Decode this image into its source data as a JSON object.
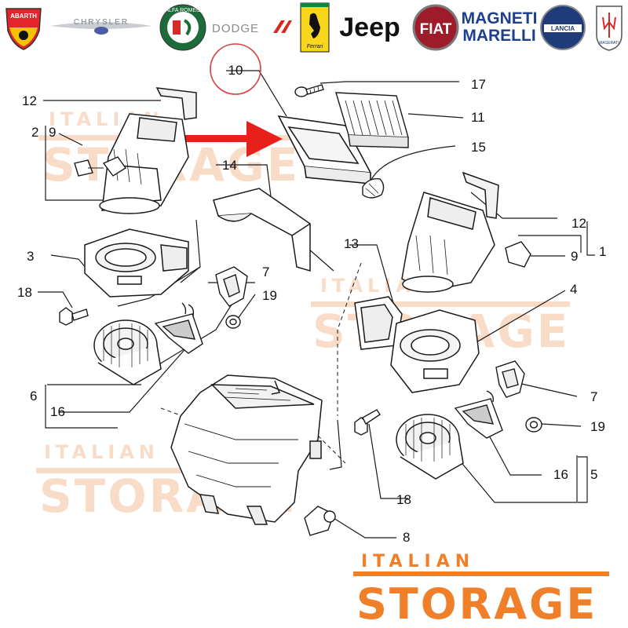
{
  "brands": [
    "ABARTH",
    "CHRYSLER",
    "ALFA ROMEO",
    "DODGE",
    "Ferrari",
    "Jeep",
    "FIAT",
    "MAGNETI",
    "MARELLI",
    "LANCIA",
    "MASERATI"
  ],
  "callouts": {
    "c10": "10",
    "c17": "17",
    "c11": "11",
    "c15": "15",
    "c12a": "12",
    "c2": "2",
    "c9a": "9",
    "c14": "14",
    "c3": "3",
    "c18a": "18",
    "c7a": "7",
    "c19a": "19",
    "c6": "6",
    "c16a": "16",
    "c13": "13",
    "c4": "4",
    "c12b": "12",
    "c9b": "9",
    "c1": "1",
    "c7b": "7",
    "c19b": "19",
    "c16b": "16",
    "c5": "5",
    "c18b": "18",
    "c8": "8"
  },
  "watermark": {
    "top": "ITALIAN",
    "bottom": "STORAGE"
  },
  "footer_logo": {
    "top": "ITALIAN",
    "bottom": "STORAGE"
  },
  "colors": {
    "accent": "#f07f2a",
    "highlight_arrow": "#e8201c",
    "watermark": "#f9dcc7",
    "line": "#1a1a1a"
  }
}
